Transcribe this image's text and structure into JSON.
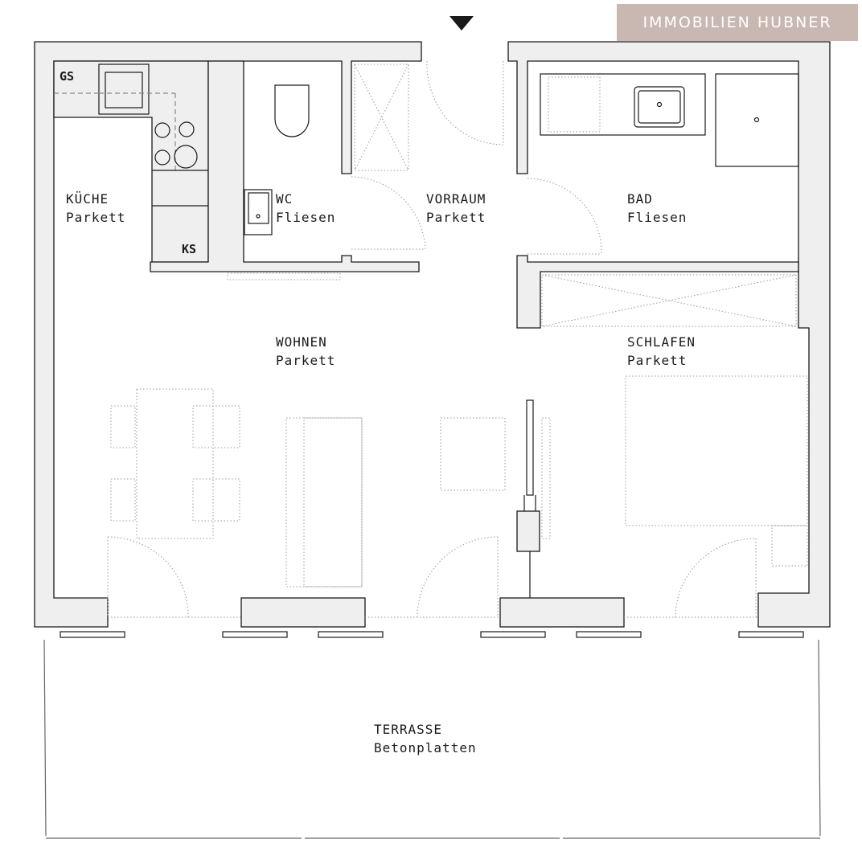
{
  "brand": {
    "text": "IMMOBILIEN HUBNER",
    "color": "#c9b8b2"
  },
  "colors": {
    "wall_fill": "#efefef",
    "wall_stroke": "#1a1a1a",
    "dotted": "#9a9a9a"
  },
  "rooms": {
    "kueche": {
      "name": "KÜCHE",
      "floor": "Parkett"
    },
    "wc": {
      "name": "WC",
      "floor": "Fliesen"
    },
    "vorraum": {
      "name": "VORRAUM",
      "floor": "Parkett"
    },
    "bad": {
      "name": "BAD",
      "floor": "Fliesen"
    },
    "wohnen": {
      "name": "WOHNEN",
      "floor": "Parkett"
    },
    "schlafen": {
      "name": "SCHLAFEN",
      "floor": "Parkett"
    },
    "terrasse": {
      "name": "TERRASSE",
      "floor": "Betonplatten"
    }
  },
  "fixtures": {
    "gs": "GS",
    "ks": "KS"
  }
}
